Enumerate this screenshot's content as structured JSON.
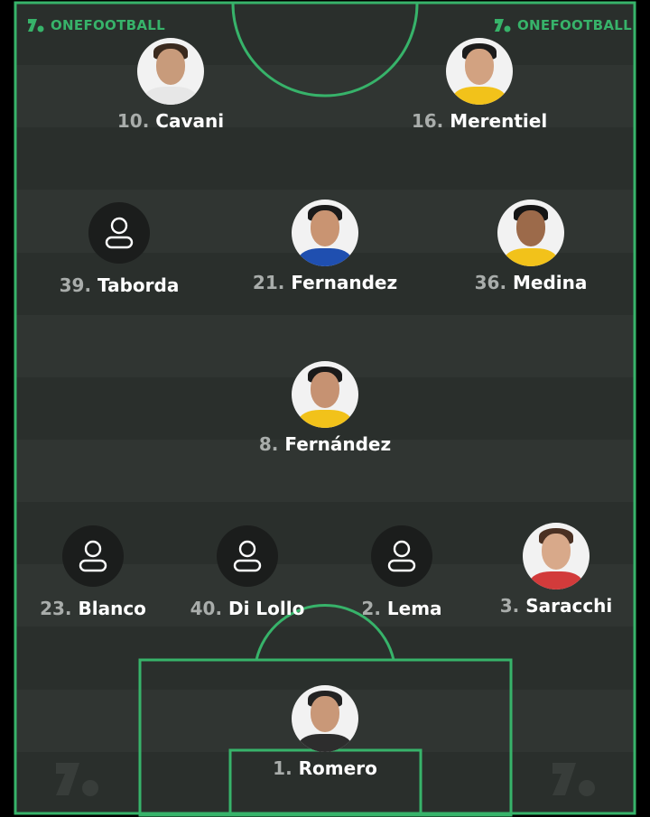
{
  "brand": {
    "logo_text": "ONEFOOTBALL",
    "accent": "#37b36a"
  },
  "colors": {
    "stripe_dark": "#2a2f2c",
    "stripe_light": "#303532",
    "line": "#37b36a"
  },
  "players": [
    {
      "number": "10.",
      "name": "Cavani",
      "avatar": "photo",
      "skin": "#c89b7b",
      "hair": "#3a2a1e",
      "shirt": "#e7e7e7"
    },
    {
      "number": "16.",
      "name": "Merentiel",
      "avatar": "photo",
      "skin": "#d2a281",
      "hair": "#1c1c1c",
      "shirt": "#f2c21a"
    },
    {
      "number": "39.",
      "name": "Taborda",
      "avatar": "placeholder"
    },
    {
      "number": "21.",
      "name": "Fernandez",
      "avatar": "photo",
      "skin": "#c99472",
      "hair": "#1a1a1a",
      "shirt": "#1f4fb0"
    },
    {
      "number": "36.",
      "name": "Medina",
      "avatar": "photo",
      "skin": "#9c6a4a",
      "hair": "#151515",
      "shirt": "#f2c21a"
    },
    {
      "number": "8.",
      "name": "Fernández",
      "avatar": "photo",
      "skin": "#c69272",
      "hair": "#1a1a1a",
      "shirt": "#f2c21a"
    },
    {
      "number": "23.",
      "name": "Blanco",
      "avatar": "placeholder"
    },
    {
      "number": "40.",
      "name": "Di Lollo",
      "avatar": "placeholder"
    },
    {
      "number": "2.",
      "name": "Lema",
      "avatar": "placeholder"
    },
    {
      "number": "3.",
      "name": "Saracchi",
      "avatar": "photo",
      "skin": "#d8a98a",
      "hair": "#4a3022",
      "shirt": "#d23b3b"
    },
    {
      "number": "1.",
      "name": "Romero",
      "avatar": "photo",
      "skin": "#c99878",
      "hair": "#222222",
      "shirt": "#2d2d2d"
    }
  ]
}
